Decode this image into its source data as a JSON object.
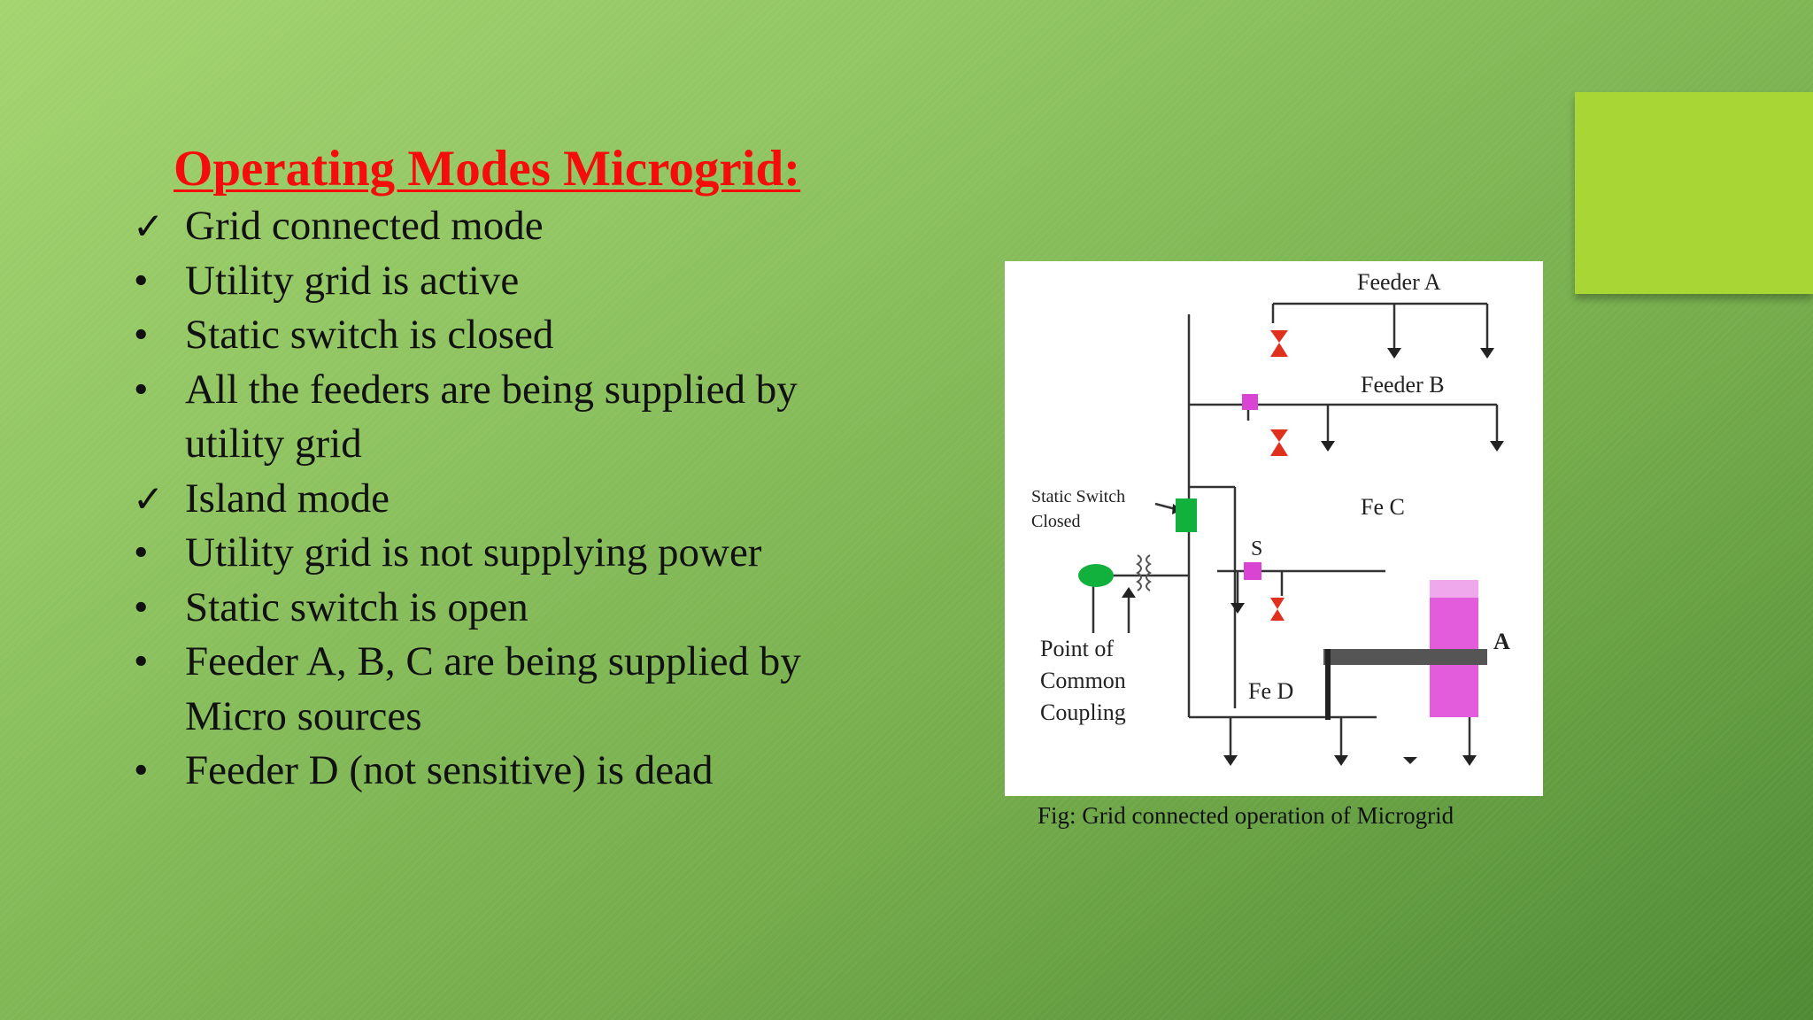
{
  "slide": {
    "title": "Operating Modes Microgrid:",
    "bullets": [
      {
        "marker": "✓",
        "text": "Grid connected mode"
      },
      {
        "marker": "•",
        "text": "Utility grid is active"
      },
      {
        "marker": "•",
        "text": "Static switch is closed"
      },
      {
        "marker": "•",
        "text": "All the feeders are being supplied by"
      },
      {
        "marker": "",
        "text": "utility grid"
      },
      {
        "marker": "✓",
        "text": "Island mode"
      },
      {
        "marker": "•",
        "text": "Utility grid is not supplying power"
      },
      {
        "marker": "•",
        "text": "Static switch is open"
      },
      {
        "marker": "•",
        "text": "Feeder A, B, C are being supplied by"
      },
      {
        "marker": "",
        "text": "Micro sources"
      },
      {
        "marker": "•",
        "text": "Feeder D (not sensitive) is dead"
      }
    ]
  },
  "figure": {
    "caption": "Fig: Grid connected operation of Microgrid",
    "labels": {
      "feeder_a": "Feeder A",
      "feeder_b": "Feeder B",
      "feeder_c": "Fe      C",
      "feeder_d": "Fe    D",
      "static_switch_1": "Static Switch",
      "static_switch_2": "Closed",
      "pcc_1": "Point of",
      "pcc_2": "Common",
      "pcc_3": "Coupling",
      "s_label": "S",
      "a_label": "A"
    }
  },
  "colors": {
    "title": "#f50c0c",
    "accent": "#a8d634",
    "breaker": "#e0301e",
    "switch": "#12b03c",
    "source": "#e04ad8"
  }
}
